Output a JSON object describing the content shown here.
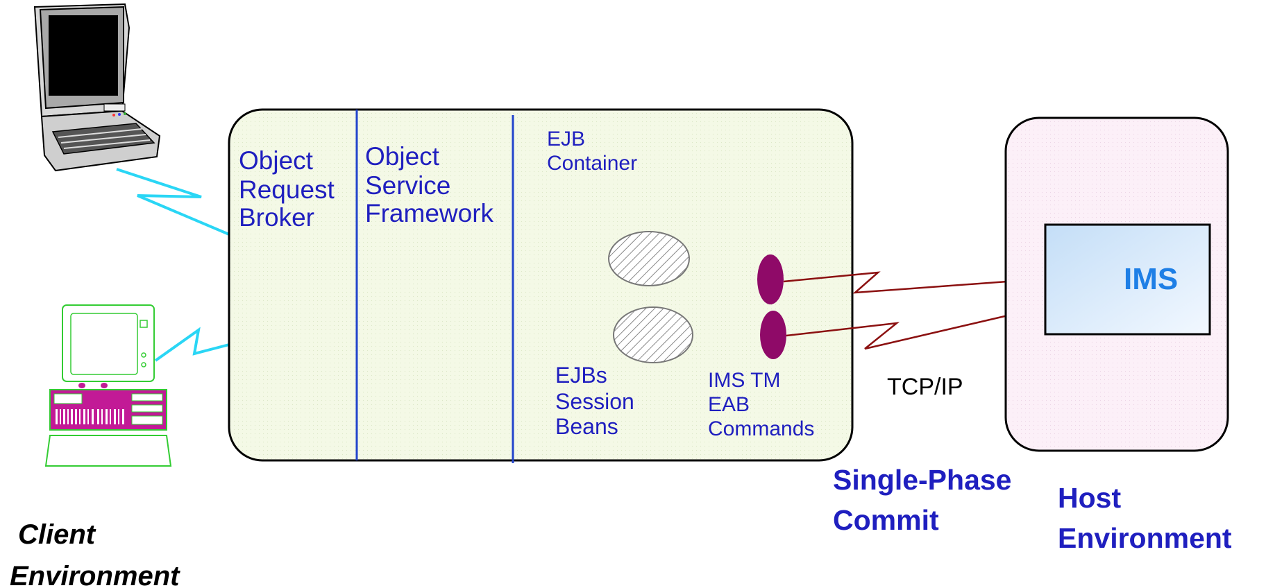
{
  "server": {
    "column_labels": {
      "orb": [
        "Object",
        "Request",
        "Broker"
      ],
      "osf": [
        "Object",
        "Service",
        "Framework"
      ],
      "ejb_container": [
        "EJB",
        "Container"
      ]
    },
    "ejbs_label": [
      "EJBs",
      "Session",
      "Beans"
    ],
    "ims_tm_label": [
      "IMS TM",
      "EAB",
      "Commands"
    ]
  },
  "host": {
    "ims_label": "IMS",
    "env_label": [
      "Host",
      "Environment"
    ]
  },
  "connection": {
    "protocol_label": "TCP/IP",
    "commit_label": [
      "Single-Phase",
      "Commit"
    ]
  },
  "client": {
    "env_label": [
      "Client",
      "Environment"
    ]
  },
  "colors": {
    "label_blue": "#1f1fbf",
    "divider_blue": "#2244cc",
    "server_fill": "#f3f9e4",
    "host_fill": "#fbeef7",
    "ims_fill_top": "#cfe6fb",
    "ims_text": "#1e7fe6",
    "link_line": "#8b1010",
    "connector": "#8f0a68",
    "client_link": "#2ad6f5",
    "pc_green": "#33cc33",
    "pc_magenta": "#c21a96"
  }
}
